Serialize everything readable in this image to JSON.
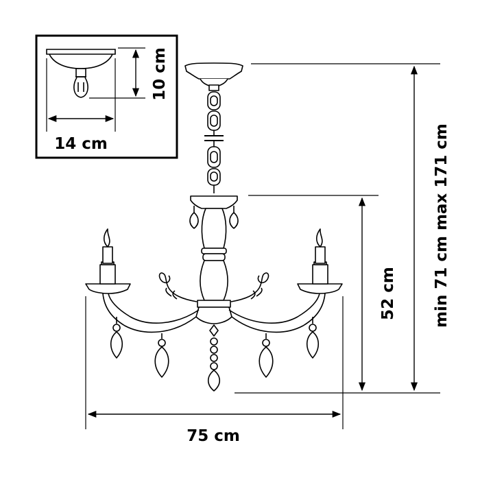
{
  "inset": {
    "canopy_height_label": "10 cm",
    "canopy_width_label": "14 cm"
  },
  "dimensions": {
    "total_height_label": "min 71 cm max 171 cm",
    "body_height_label": "52 cm",
    "width_label": "75 cm"
  },
  "colors": {
    "line": "#000000",
    "background": "#ffffff"
  }
}
